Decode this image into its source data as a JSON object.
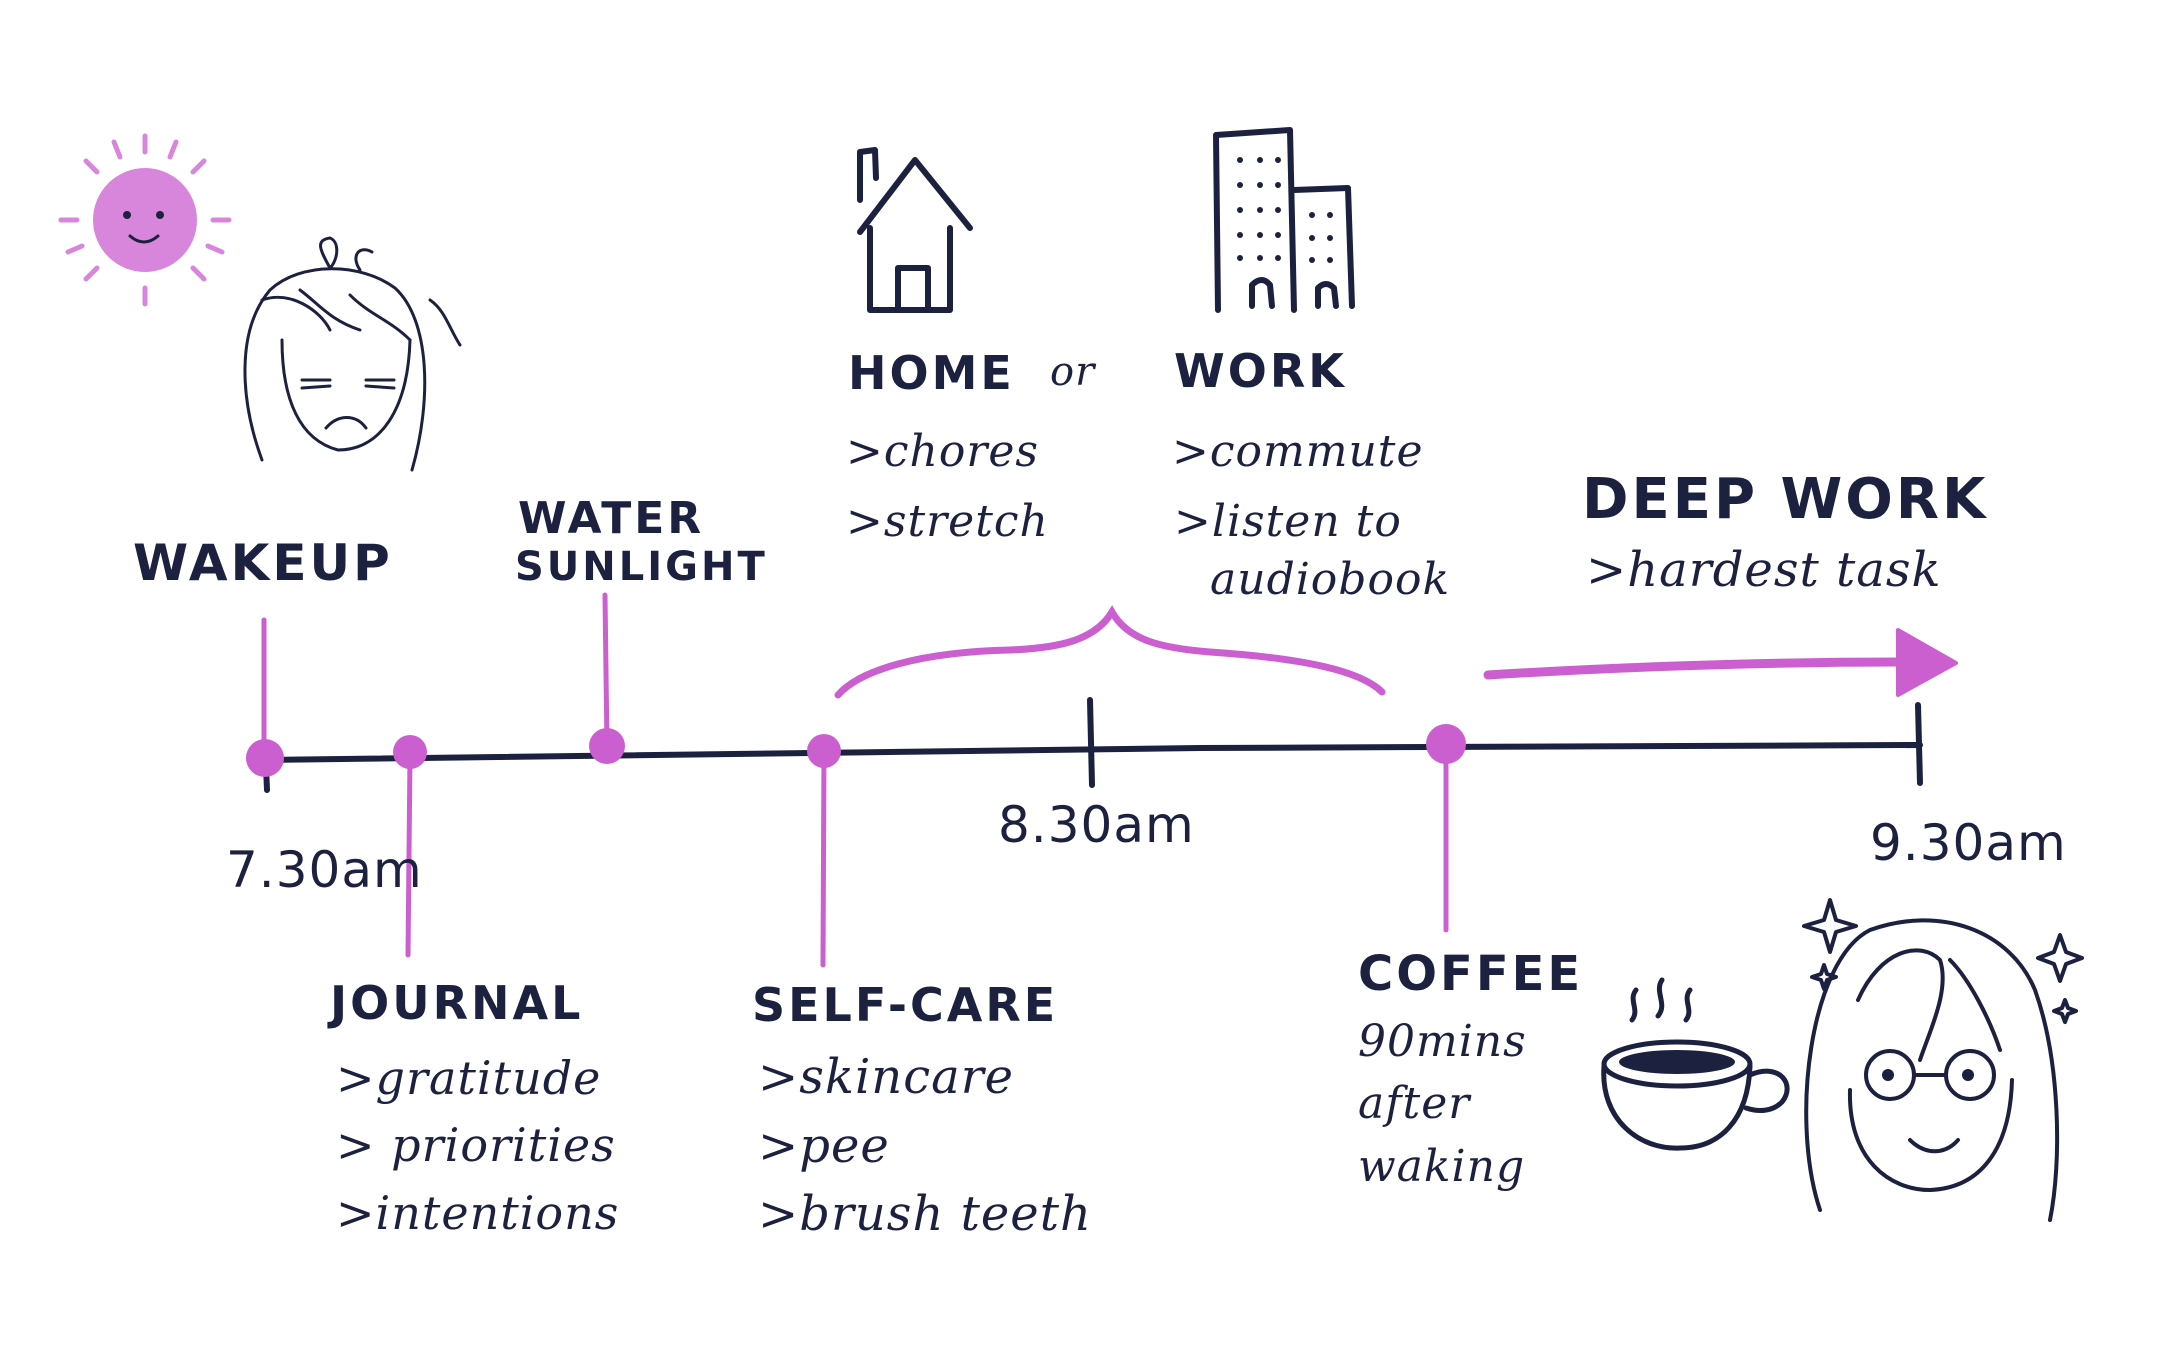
{
  "colors": {
    "ink": "#1c2140",
    "accent": "#cc5fd0",
    "sun": "#d886dc"
  },
  "icons": [
    "sun-icon",
    "sleepy-face-icon",
    "house-icon",
    "office-buildings-icon",
    "coffee-cup-icon",
    "happy-face-icon",
    "sparkle-icon",
    "arrow-icon"
  ],
  "events": {
    "wakeup": {
      "title": "WAKEUP"
    },
    "water": {
      "title_line1": "WATER",
      "title_line2": "SUNLIGHT"
    },
    "home": {
      "title": "HOME",
      "items": [
        ">chores",
        ">stretch"
      ]
    },
    "or_text": "or",
    "work": {
      "title": "WORK",
      "items": [
        ">commute",
        ">listen to",
        "audiobook"
      ]
    },
    "deep_work": {
      "title": "DEEP WORK",
      "sub": ">hardest task"
    },
    "journal": {
      "title": "JOURNAL",
      "items": [
        ">gratitude",
        "> priorities",
        ">intentions"
      ]
    },
    "self_care": {
      "title": "SELF-CARE",
      "items": [
        ">skincare",
        ">pee",
        ">brush teeth"
      ]
    },
    "coffee": {
      "title": "COFFEE",
      "items": [
        "90mins",
        "after",
        "waking"
      ]
    }
  },
  "times": {
    "start": "7.30am",
    "mid": "8.30am",
    "end": "9.30am"
  }
}
